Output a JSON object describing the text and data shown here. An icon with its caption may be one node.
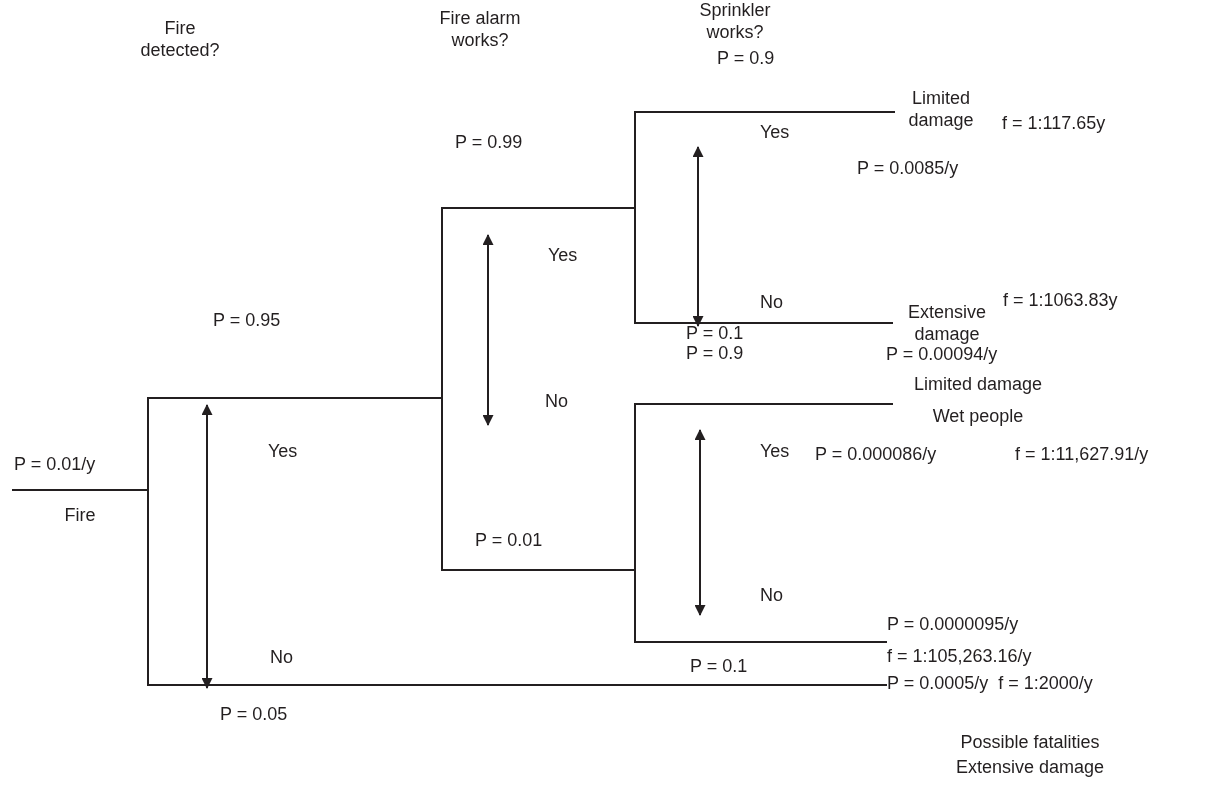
{
  "diagram": {
    "nodes": [
      {
        "text": [
          "P = 0.01/y",
          "Fire"
        ]
      },
      {
        "text": [
          "Limited damage"
        ],
        "beside": [
          "f = 1:117.65y",
          "P = 0.0085/y"
        ]
      },
      {
        "text": [
          "Extensive damage"
        ],
        "beside": [
          "f = 1:1063.83y",
          "P = 0.00094/y"
        ]
      },
      {
        "text": [
          "Limited damage",
          "Wet people"
        ],
        "beside": [
          "P = 0.000086/y",
          "f = 1:11,627.91/y"
        ]
      },
      {
        "text": [
          "P = 0.0000095/y",
          "f = 1:105,263.16/y"
        ]
      },
      {
        "text": [
          "P = 0.0005/y",
          "f = 1:2000/y"
        ],
        "beside": [
          "Possible fatalities",
          "Extensive damage"
        ]
      }
    ],
    "edges": [
      {
        "from": 0,
        "to": 1,
        "arrow": "none"
      },
      {
        "from": 0,
        "to": 2,
        "arrow": "none"
      },
      {
        "from": 0,
        "to": 3,
        "arrow": "none"
      },
      {
        "from": 0,
        "to": 4,
        "arrow": "none"
      },
      {
        "from": 0,
        "to": 5,
        "arrow": "none"
      }
    ],
    "labels": [
      "Sprinkler works?",
      "Fire detected?",
      "Fire alarm works?",
      "P = 0.9",
      "P = 0.99",
      "Yes",
      "Yes",
      "No",
      "P = 0.95",
      "P = 0.1",
      "P = 0.9",
      "No",
      "Yes",
      "Yes",
      "P = 0.01",
      "No",
      "No",
      "P = 0.1",
      "P = 0.05"
    ]
  }
}
